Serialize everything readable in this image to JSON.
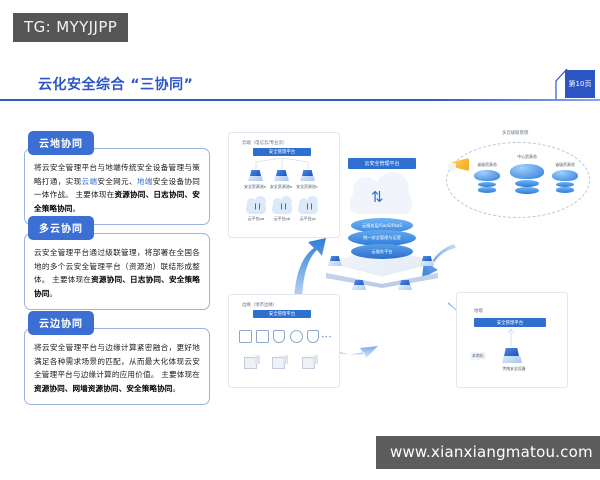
{
  "overlays": {
    "tg_tag": "TG: MYYJJPP",
    "watermark": "www.xianxiangmatou.com"
  },
  "header": {
    "title": "云化安全综合 “三协同”",
    "page_badge": "第10页",
    "accent_color": "#2b56c4",
    "rule_color": "#2f57c6"
  },
  "cards": [
    {
      "tab": "云地协同",
      "body_html": "将云安全管理平台与地端传统安全设备管理与策略打通，实现<span class=\"hl\">云端</span>安全网元、<span class=\"hl\">地端</span>安全设备协同一体作战。 主要体现在<b>资源协同、日志协同、安全策略协同</b>。"
    },
    {
      "tab": "多云协同",
      "body_html": "云安全管理平台通过级联管理，将部署在全国各地的多个云安全管理平台（资源池）联结形成整体。 主要体现在<b>资源协同、日志协同、安全策略协同</b>。"
    },
    {
      "tab": "云边协同",
      "body_html": "将云安全管理平台与边缘计算紧密融合，更好地满足各种需求场景的匹配，从而最大化体现云安全管理平台与边缘计算的应用价值。 主要体现在<b>资源协同、网墙资源协同、安全策略协同</b>。"
    }
  ],
  "diagram": {
    "cloud_panel": {
      "caption": "云端（电信云/专业云）",
      "bar": "安全管理平台",
      "devices": [
        "安全资源池a",
        "安全资源池b",
        "安全资源池c"
      ],
      "clouds": [
        "云平台pa",
        "云平台pb",
        "云平台pc"
      ]
    },
    "edge_panel": {
      "caption": "边缘（地市边缘）",
      "bar": "安全管理平台",
      "icons": [
        "grid-icon",
        "rack-icon",
        "shield-icon",
        "scan-icon",
        "shield-check-icon",
        "more-icon"
      ],
      "racks": [
        "",
        "",
        ""
      ]
    },
    "ground_panel": {
      "caption": "地端",
      "bar": "安全管理平台",
      "device_label": "传统安全设备",
      "side_label": "本地化"
    },
    "multicloud_panel": {
      "caption": "多云级联管理",
      "nodes": [
        "省级资源池",
        "中心资源池",
        "省级资源池"
      ],
      "megaphone": "megaphone-icon"
    },
    "center": {
      "bar": "云安全管理平台",
      "layers": [
        "云服务层/SaaS/PaaS",
        "统一安全管理与运营",
        "云服务平台"
      ],
      "platform": "platform-base"
    }
  }
}
